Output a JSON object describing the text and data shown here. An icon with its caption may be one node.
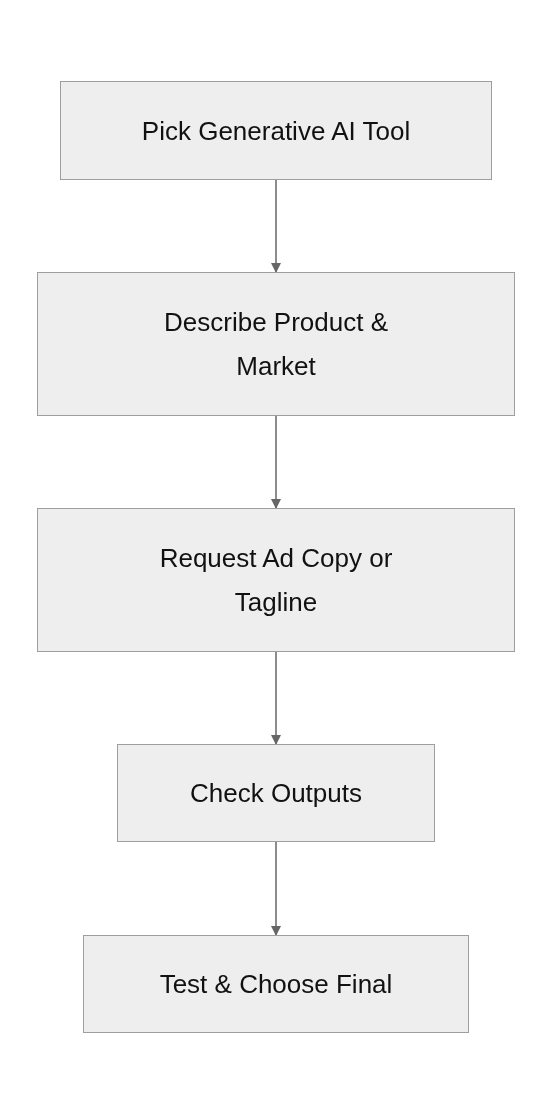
{
  "diagram": {
    "nodes": [
      {
        "text": [
          "Pick Generative AI Tool"
        ]
      },
      {
        "text": [
          "Describe Product & Market"
        ]
      },
      {
        "text": [
          "Request Ad Copy or Tagline"
        ]
      },
      {
        "text": [
          "Check Outputs"
        ]
      },
      {
        "text": [
          "Test & Choose Final"
        ]
      }
    ],
    "edges": [
      {
        "from": 0,
        "to": 1,
        "arrow": "to"
      },
      {
        "from": 1,
        "to": 2,
        "arrow": "to"
      },
      {
        "from": 2,
        "to": 3,
        "arrow": "to"
      },
      {
        "from": 3,
        "to": 4,
        "arrow": "to"
      }
    ]
  }
}
